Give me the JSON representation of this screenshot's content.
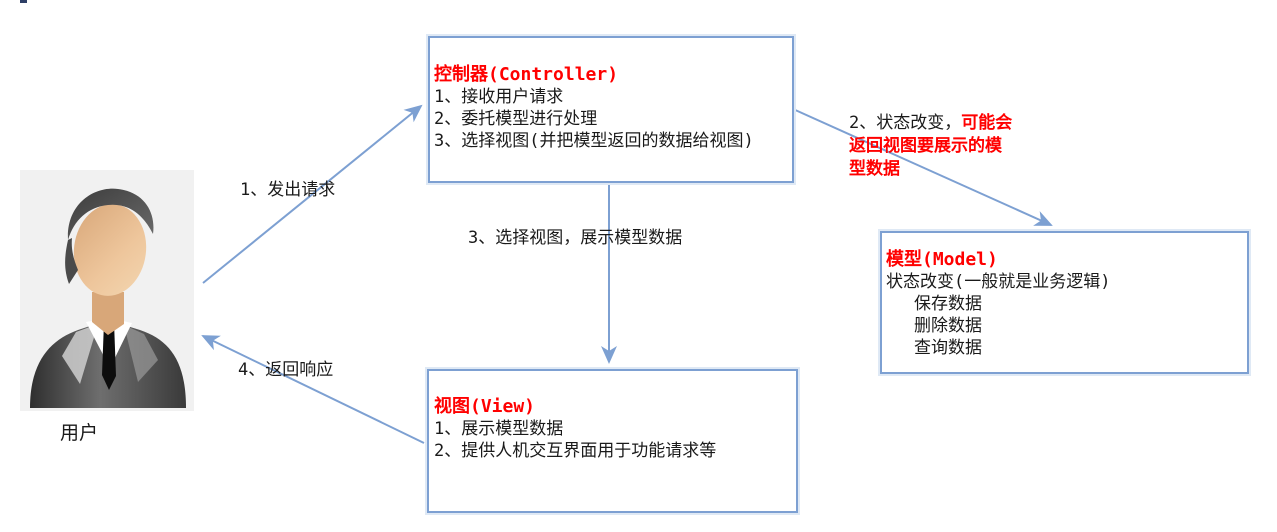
{
  "diagram": {
    "title_semantic": "MVC architecture diagram",
    "colors": {
      "accent_blue": "#7da0d2",
      "red": "#ff0000",
      "text": "#1a1a1a",
      "icon_background": "#f1f1f1"
    },
    "user": {
      "icon": "businessman-icon",
      "label": "用户"
    },
    "boxes": {
      "controller": {
        "title": "控制器(Controller)",
        "items": [
          "1、接收用户请求",
          "2、委托模型进行处理",
          "3、选择视图(并把模型返回的数据给视图)"
        ]
      },
      "model": {
        "title": "模型(Model)",
        "subtitle": "状态改变(一般就是业务逻辑)",
        "items": [
          "保存数据",
          "删除数据",
          "查询数据"
        ]
      },
      "view": {
        "title": "视图(View)",
        "items": [
          "1、展示模型数据",
          "2、提供人机交互界面用于功能请求等"
        ]
      }
    },
    "arrows": {
      "request": {
        "label": "1、发出请求",
        "from": "user",
        "to": "controller"
      },
      "state_change": {
        "label_black": "2、状态改变，",
        "label_red": "可能会返回视图要展示的模型数据",
        "from": "controller",
        "to": "model"
      },
      "select_view": {
        "label": "3、选择视图，展示模型数据",
        "from": "controller",
        "to": "view"
      },
      "response": {
        "label": "4、返回响应",
        "from": "view",
        "to": "user"
      }
    }
  }
}
